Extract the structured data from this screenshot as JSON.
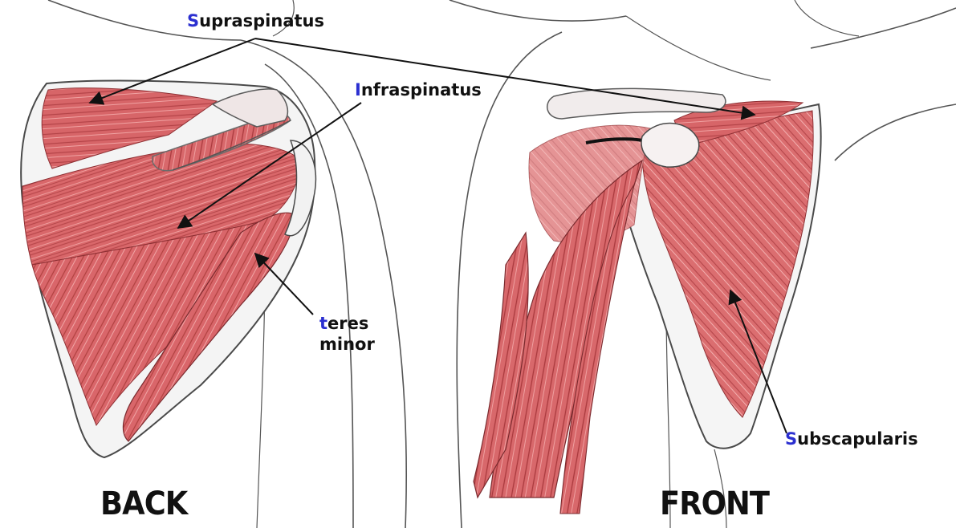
{
  "colors": {
    "muscle": "#d9676a",
    "muscle_light": "#ee9c9c",
    "muscle_dark": "#a8383c",
    "outline": "#555555",
    "label_initial": "#2b2fd0",
    "label_text": "#111111"
  },
  "labels": {
    "supraspinatus": {
      "initial": "S",
      "rest": "upraspinatus"
    },
    "infraspinatus": {
      "initial": "I",
      "rest": "nfraspinatus"
    },
    "teres_minor": {
      "initial": "t",
      "rest_line1": "eres",
      "line2": "minor"
    },
    "subscapularis": {
      "initial": "S",
      "rest": "ubscapularis"
    }
  },
  "views": {
    "back": "BACK",
    "front": "FRONT"
  }
}
